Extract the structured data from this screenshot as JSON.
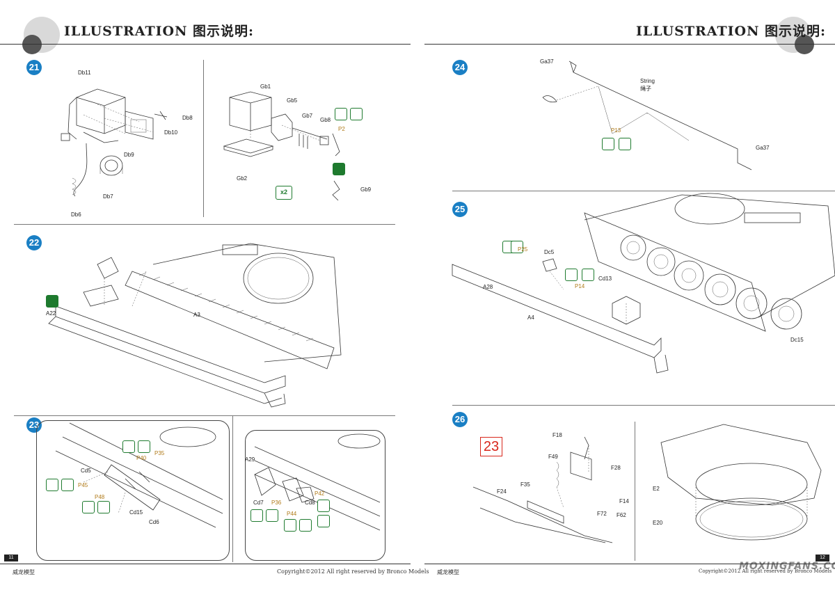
{
  "header": {
    "title_left": "ILLUSTRATION 图示说明:",
    "title_right": "ILLUSTRATION 图示说明:"
  },
  "steps": {
    "s21": {
      "number": "21",
      "left_parts": [
        "Db11",
        "Db8",
        "Db10",
        "Db9",
        "Db7",
        "Db6"
      ],
      "right_parts": [
        "Gb1",
        "Gb5",
        "Gb7",
        "Gb8",
        "Gb2",
        "Gb9"
      ],
      "paint": [
        "P2"
      ],
      "multiplier": "x2"
    },
    "s22": {
      "number": "22",
      "parts": [
        "A22",
        "A3"
      ]
    },
    "s23": {
      "number": "23",
      "left_parts": [
        "Cd5",
        "Cd15",
        "Cd6"
      ],
      "left_paint": [
        "P40",
        "P35",
        "P45",
        "P48"
      ],
      "right_parts": [
        "A29",
        "Cd7",
        "Cd8"
      ],
      "right_paint": [
        "P42",
        "P36",
        "P44"
      ]
    },
    "s24": {
      "number": "24",
      "parts": [
        "Ga37",
        "Ga37"
      ],
      "paint": [
        "P13"
      ],
      "string_en": "String",
      "string_cn": "绳子"
    },
    "s25": {
      "number": "25",
      "parts": [
        "Dc5",
        "A28",
        "A4",
        "Cd13",
        "Dc15"
      ],
      "paint": [
        "P25",
        "P14"
      ]
    },
    "s26": {
      "number": "26",
      "ref_step": "23",
      "left_parts": [
        "F18",
        "F49",
        "F28",
        "F35",
        "F24",
        "F14",
        "F72",
        "F62"
      ],
      "right_parts": [
        "E2",
        "E20"
      ]
    }
  },
  "footer": {
    "left_page_num": "11",
    "right_page_num": "12",
    "brand_cn_left": "威龙模型",
    "brand_cn_right": "威龙模型",
    "copyright_left": "Copyright©2012  All right reserved by Bronco Models",
    "copyright_right": "Copyright©2012  All right reserved by Bronco Models"
  },
  "watermark": "MOXINGFANS.COM",
  "colors": {
    "step_badge": "#1a7fc4",
    "icon_green": "#1e7a2e",
    "paint_label": "#b07a18",
    "ref_red": "#d8261b"
  }
}
